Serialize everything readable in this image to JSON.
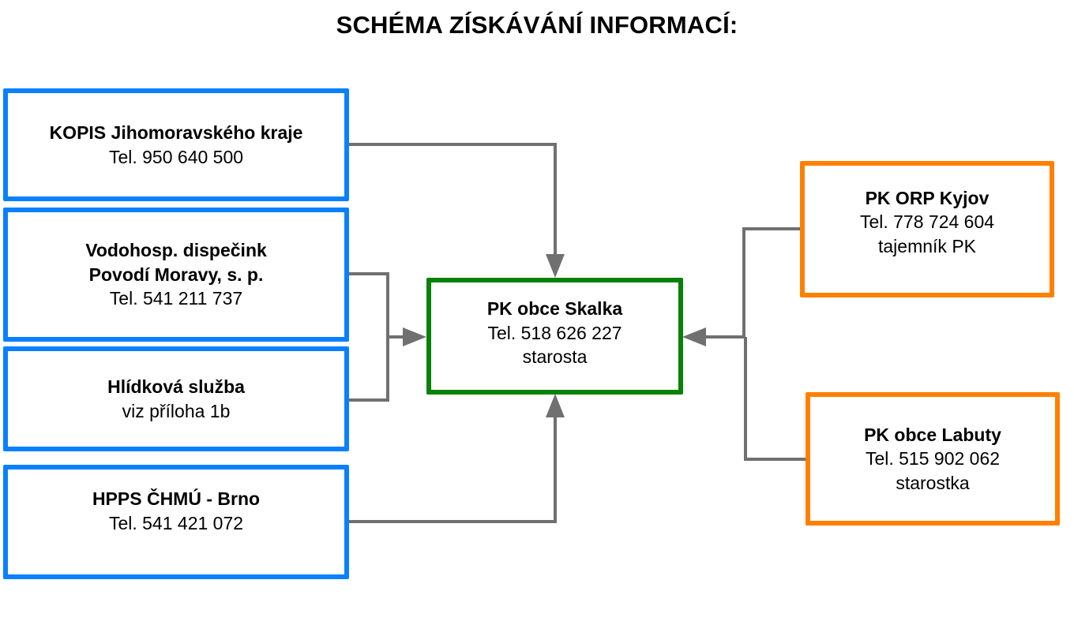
{
  "title": "SCHÉMA ZÍSKÁVÁNÍ INFORMACÍ:",
  "colors": {
    "sources": "#0a80ff",
    "center": "#078207",
    "neighbors": "#ff8000",
    "connectors": "#707070"
  },
  "sources": [
    {
      "name": "KOPIS Jihomoravského kraje",
      "lines": [
        "Tel. 950 640 500"
      ]
    },
    {
      "name": "Vodohosp. dispečink",
      "name2": "Povodí Moravy, s. p.",
      "lines": [
        "Tel. 541 211 737"
      ]
    },
    {
      "name": "Hlídková služba",
      "lines": [
        "viz příloha 1b"
      ]
    },
    {
      "name": "HPPS ČHMÚ - Brno",
      "lines": [
        "Tel. 541 421 072"
      ]
    }
  ],
  "center": {
    "name": "PK obce Skalka",
    "lines": [
      "Tel. 518 626 227",
      "starosta"
    ]
  },
  "neighbors": [
    {
      "name": "PK ORP Kyjov",
      "lines": [
        "Tel. 778 724 604",
        "tajemník PK"
      ]
    },
    {
      "name": "PK obce Labuty",
      "lines": [
        "Tel. 515 902 062",
        "starostka"
      ]
    }
  ]
}
